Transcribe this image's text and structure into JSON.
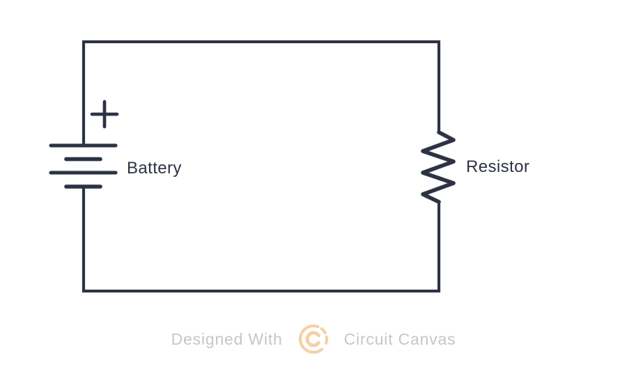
{
  "diagram": {
    "battery": {
      "label": "Battery",
      "polarity": "+"
    },
    "resistor": {
      "label": "Resistor"
    }
  },
  "footer": {
    "designed_with": "Designed With",
    "brand": "Circuit Canvas"
  },
  "colors": {
    "wire": "#2d3243",
    "label_text": "#2d3243",
    "watermark_text": "#c5c6cb",
    "logo_accent": "#f6d0a5",
    "background": "#ffffff"
  }
}
